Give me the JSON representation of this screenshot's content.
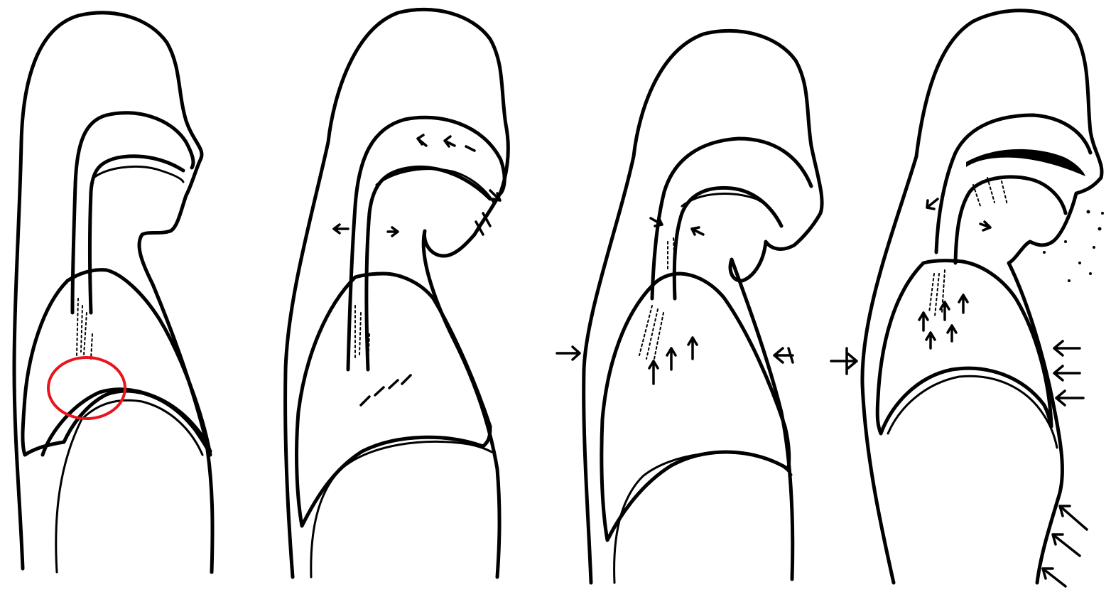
{
  "figure": {
    "panel_count": 4,
    "highlight_color": "#e8141c",
    "line_color": "#000000",
    "background": "#ffffff",
    "panels": [
      {
        "id": "panel-1",
        "arrows": "none",
        "highlight": "diaphragm-circle"
      },
      {
        "id": "panel-2",
        "arrows": "airflow-through-nasal-cavity"
      },
      {
        "id": "panel-3",
        "arrows": "inward-chest-compression"
      },
      {
        "id": "panel-4",
        "arrows": "abdominal-push-and-exhale"
      }
    ]
  }
}
